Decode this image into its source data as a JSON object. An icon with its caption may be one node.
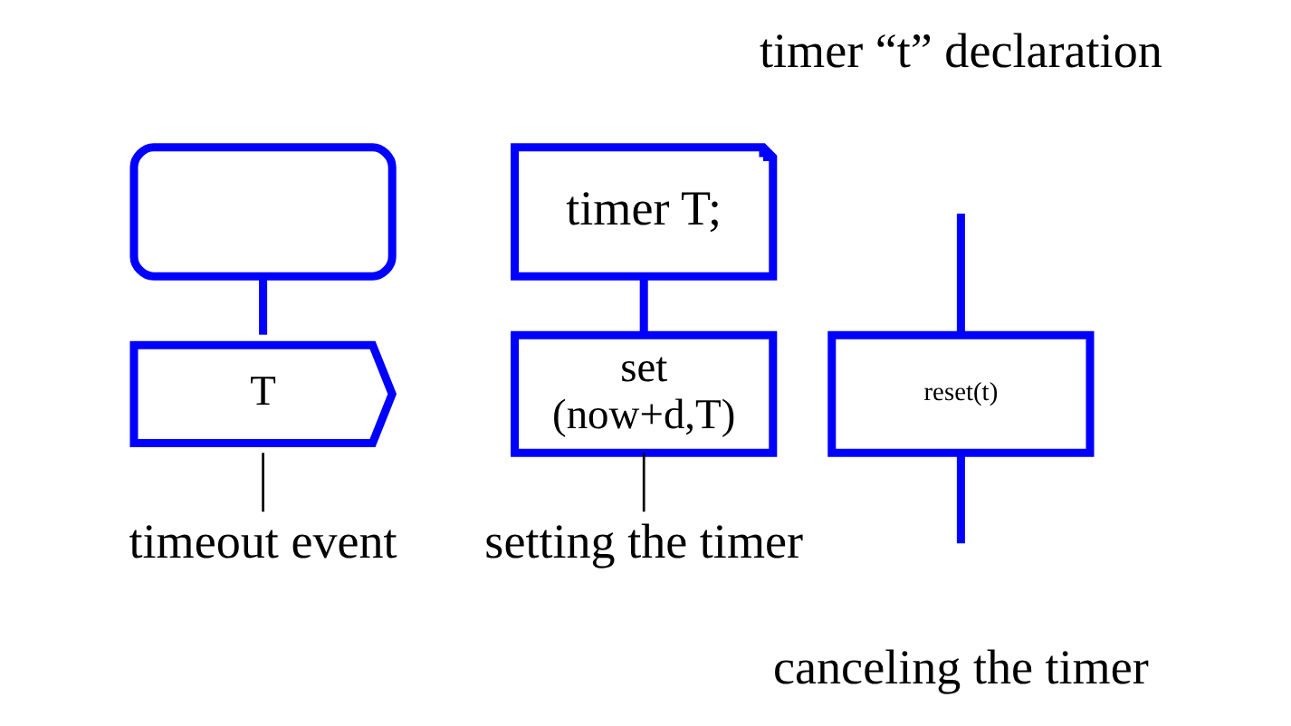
{
  "diagram": {
    "nodes": [
      {
        "text": [],
        "shape": "box"
      },
      {
        "text": [
          "T"
        ]
      },
      {
        "text": [
          "timer T;"
        ]
      },
      {
        "text": [
          "set",
          "(now+d,T)"
        ]
      },
      {
        "text": [
          "reset(t)"
        ]
      },
      {
        "text": [
          "timeout event"
        ]
      },
      {
        "text": [
          "setting the timer"
        ]
      }
    ],
    "edges": [
      {
        "from": 0,
        "to": 1,
        "arrow": "none"
      },
      {
        "from": 2,
        "to": 3,
        "arrow": "none"
      },
      {
        "from": null,
        "to": 4,
        "arrow": "none"
      },
      {
        "from": 4,
        "to": null,
        "arrow": "none"
      },
      {
        "from": 5,
        "to": 1,
        "arrow": "none",
        "color": "#000000"
      },
      {
        "from": 6,
        "to": 3,
        "arrow": "none",
        "color": "#000000"
      }
    ],
    "labels": [
      "timer “t” declaration",
      "canceling the timer"
    ]
  }
}
